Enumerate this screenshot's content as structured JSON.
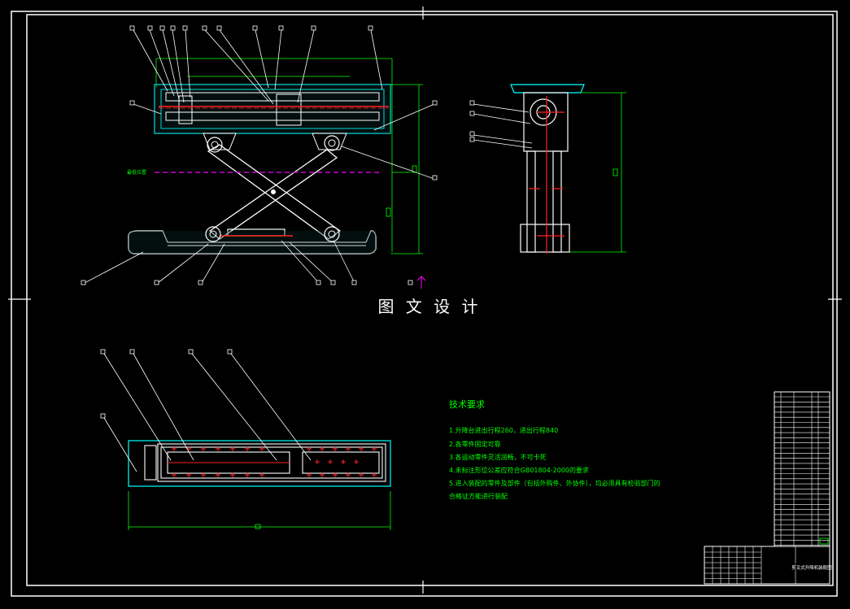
{
  "watermark": "图 文 设 计",
  "technical_requirements": {
    "title": "技术要求",
    "items": [
      "1.升降台进出行程260，进出行程840",
      "2.各零件固定可靠",
      "3.各运动零件灵活润畅，不可卡死",
      "4.未标注形位公差应符合GB01804-2000的要求",
      "5.进入装配的零件及部件（包括外购件、外协件），均必须具有检验部门的",
      "合格证方能进行装配"
    ]
  },
  "level_label": "最低位置",
  "title_block_label": "剪叉式升降机装配图",
  "colors": {
    "background": "#000000",
    "outline": "#ffffff",
    "geometry": "#00ff00",
    "part": "#ffffff",
    "center_line": "#ff0000",
    "hidden_line": "#cc00cc",
    "text": "#00ff00"
  }
}
